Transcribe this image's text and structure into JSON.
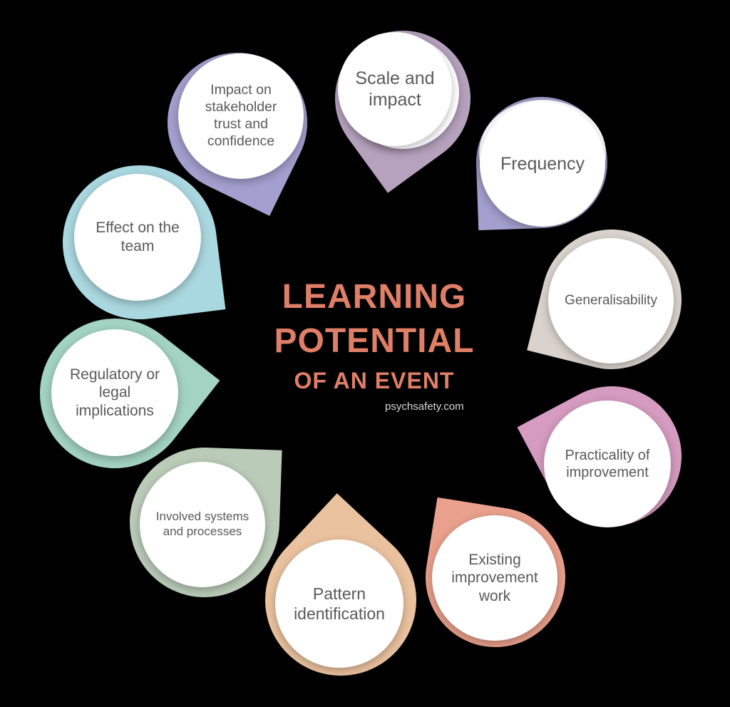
{
  "title": {
    "line1": "LEARNING",
    "line2": "POTENTIAL",
    "line3": "OF AN EVENT",
    "color": "#E07F67"
  },
  "credit": "psychsafety.com",
  "items": [
    {
      "label": "Scale and\nimpact",
      "color": "#B7A2BE"
    },
    {
      "label": "Frequency",
      "color": "#A39FCE"
    },
    {
      "label": "Generalisability",
      "color": "#DAD3CD"
    },
    {
      "label": "Practicality of\nimprovement",
      "color": "#D59BC0"
    },
    {
      "label": "Existing\nimprovement\nwork",
      "color": "#E9A08C"
    },
    {
      "label": "Pattern\nidentification",
      "color": "#EBC29F"
    },
    {
      "label": "Involved systems\nand processes",
      "color": "#BACBB8"
    },
    {
      "label": "Regulatory or\nlegal\nimplications",
      "color": "#A3D3C2"
    },
    {
      "label": "Effect on the\nteam",
      "color": "#AAD8E0"
    },
    {
      "label": "Impact on\nstakeholder\ntrust and\nconfidence",
      "color": "#A39FCE"
    }
  ]
}
